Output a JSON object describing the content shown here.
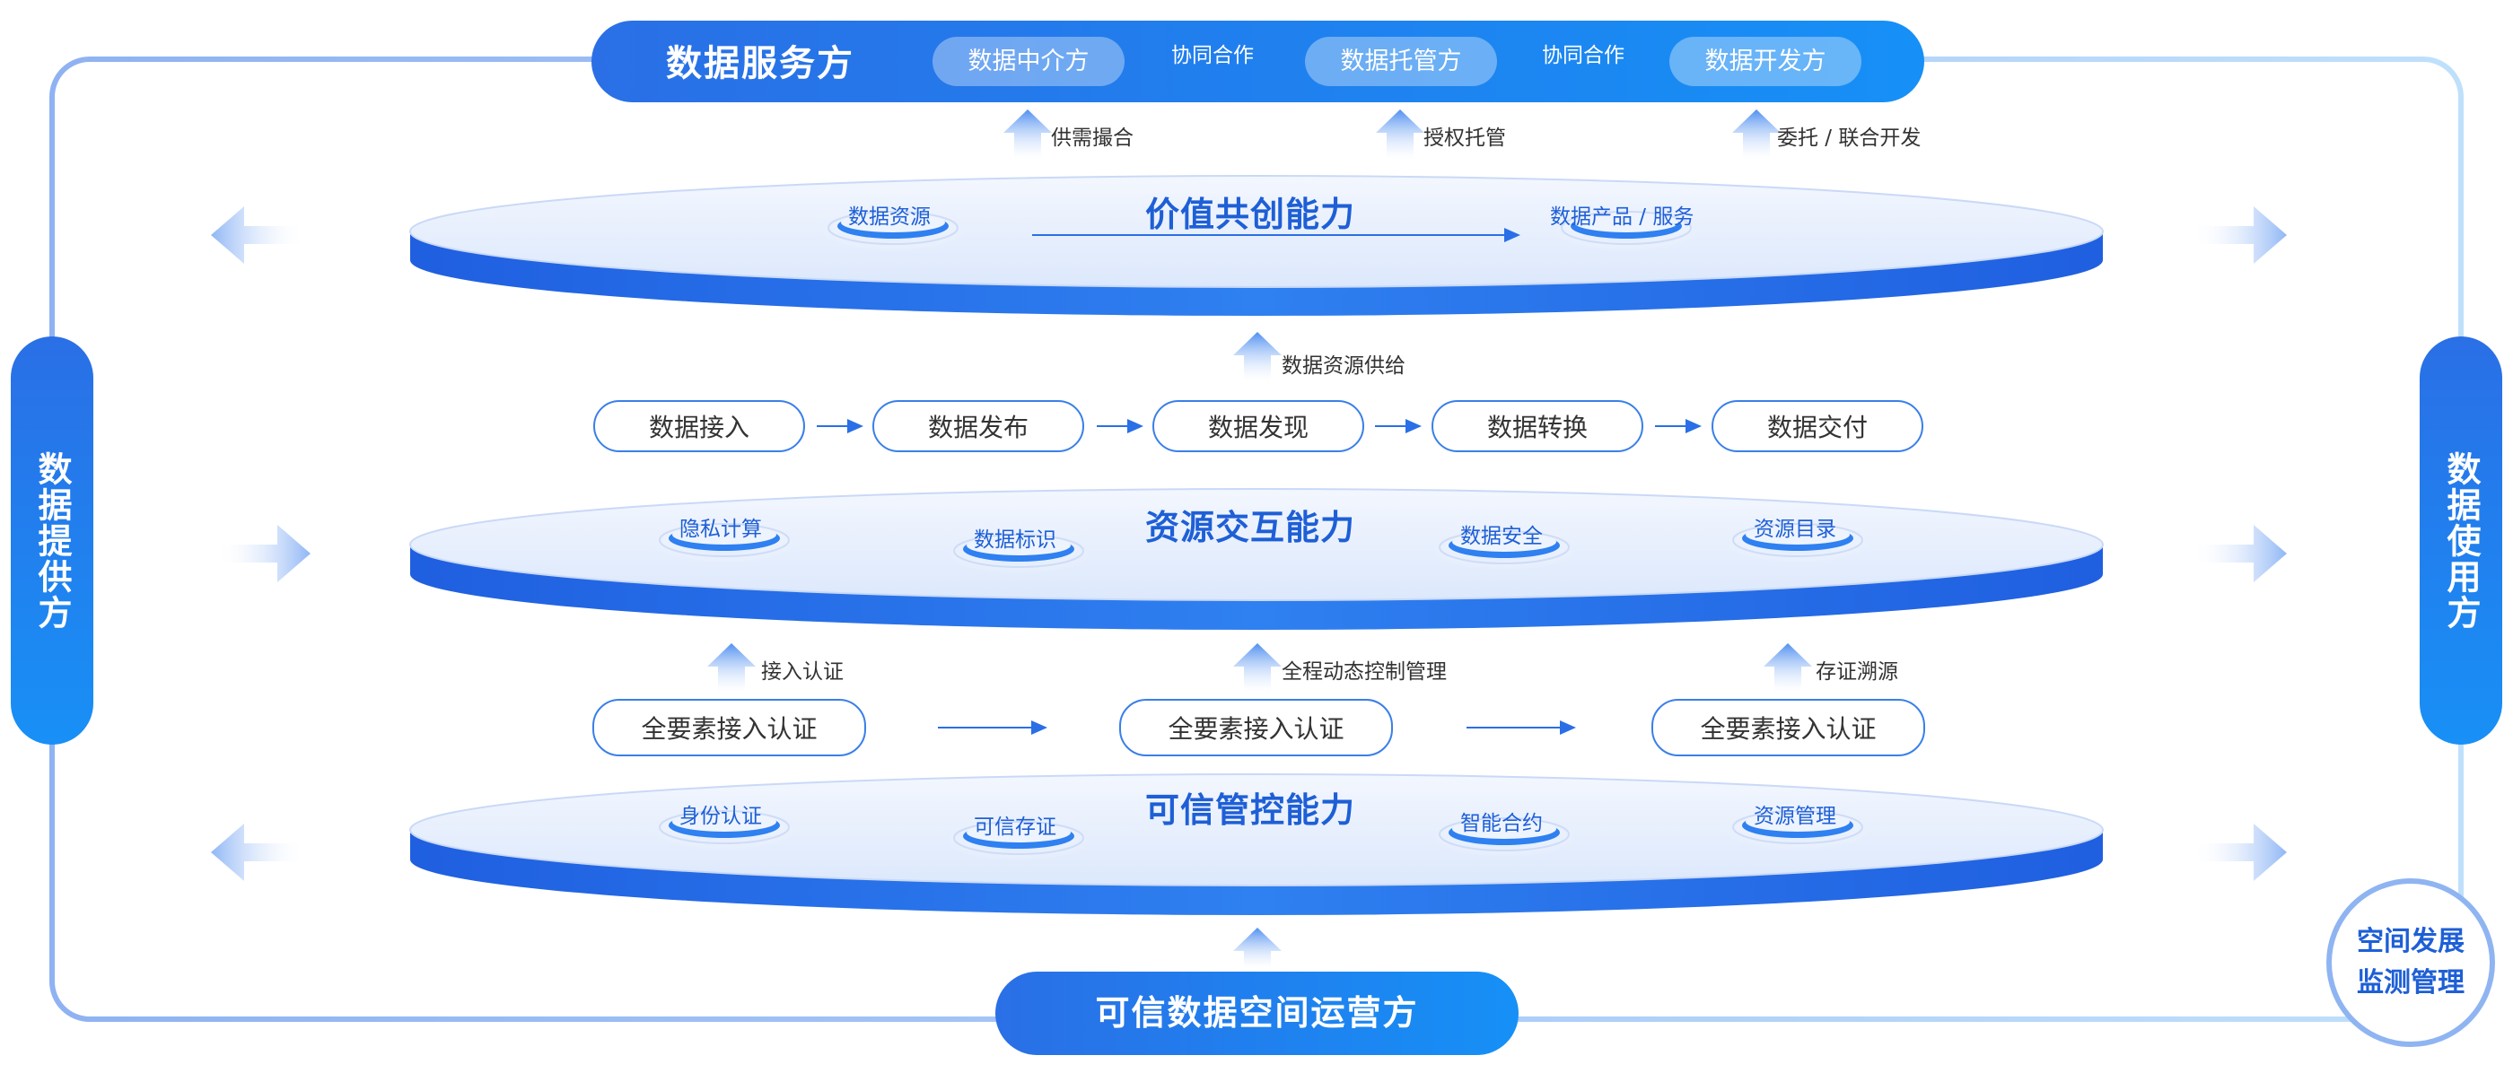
{
  "service_bar": {
    "title": "数据服务方",
    "roles": [
      "数据中介方",
      "数据托管方",
      "数据开发方"
    ],
    "links": [
      "协同合作",
      "协同合作"
    ]
  },
  "service_notes": [
    "供需撮合",
    "授权托管",
    "委托 / 联合开发"
  ],
  "provider": "数据提供方",
  "user": "数据使用方",
  "layers": {
    "value": {
      "title": "价值共创能力",
      "nodes": [
        "数据资源",
        "数据产品 / 服务"
      ]
    },
    "resource": {
      "title": "资源交互能力",
      "nodes": [
        "隐私计算",
        "数据标识",
        "数据安全",
        "资源目录"
      ]
    },
    "trust": {
      "title": "可信管控能力",
      "nodes": [
        "身份认证",
        "可信存证",
        "智能合约",
        "资源管理"
      ]
    }
  },
  "supply_note": "数据资源供给",
  "flow_steps": [
    "数据接入",
    "数据发布",
    "数据发现",
    "数据转换",
    "数据交付"
  ],
  "auth_notes": [
    "接入认证",
    "全程动态控制管理",
    "存证溯源"
  ],
  "auth_boxes": [
    "全要素接入认证",
    "全要素接入认证",
    "全要素接入认证"
  ],
  "operator": "可信数据空间运营方",
  "monitor": [
    "空间发展",
    "监测管理"
  ],
  "colors": {
    "primary": "#2a6fe6",
    "accent": "#1690f6",
    "text_blue": "#1e5fd6",
    "loop": "#9bbdf4"
  }
}
